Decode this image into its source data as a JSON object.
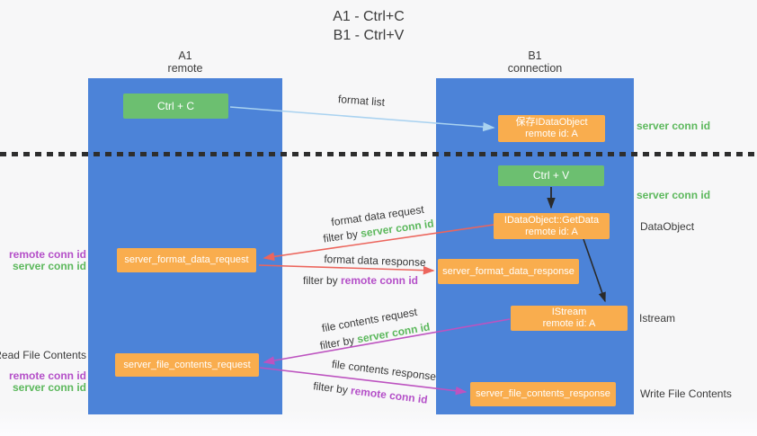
{
  "title": {
    "line1": "A1 - Ctrl+C",
    "line2": "B1 - Ctrl+V"
  },
  "columns": {
    "left": {
      "name": "A1",
      "subtitle": "remote"
    },
    "right": {
      "name": "B1",
      "subtitle": "connection"
    }
  },
  "nodes": {
    "ctrl_c": "Ctrl + C",
    "save_idataobject": {
      "line1": "保存IDataObject",
      "line2": "remote id: A"
    },
    "ctrl_v": "Ctrl + V",
    "getdata": {
      "line1": "IDataObject::GetData",
      "line2": "remote id: A"
    },
    "format_request": "server_format_data_request",
    "format_response": "server_format_data_response",
    "istream": {
      "line1": "IStream",
      "line2": "remote id: A"
    },
    "file_request": "server_file_contents_request",
    "file_response": "server_file_contents_response"
  },
  "arrow_labels": {
    "format_list": "format list",
    "format_data_request": "format data request",
    "format_data_response": "format data response",
    "file_contents_request": "file contents request",
    "file_contents_response": "file contents response",
    "filter_by": "filter by "
  },
  "side_labels": {
    "server_conn_id": "server conn id",
    "remote_conn_id": "remote conn id",
    "dataobject": "DataObject",
    "istream": "Istream",
    "write_file_contents": "Write File Contents",
    "read_file_contents": "Read File Contents"
  },
  "colors": {
    "lifeline_blue": "#4c83d8",
    "node_green": "#6cbf70",
    "node_orange": "#f9ad4e",
    "arrow_light_blue": "#a9d2f0",
    "arrow_red": "#ec655c",
    "arrow_magenta": "#bd53c0",
    "arrow_black": "#2a2a2a",
    "label_green": "#5cb85c",
    "label_purple": "#b44fc8"
  }
}
